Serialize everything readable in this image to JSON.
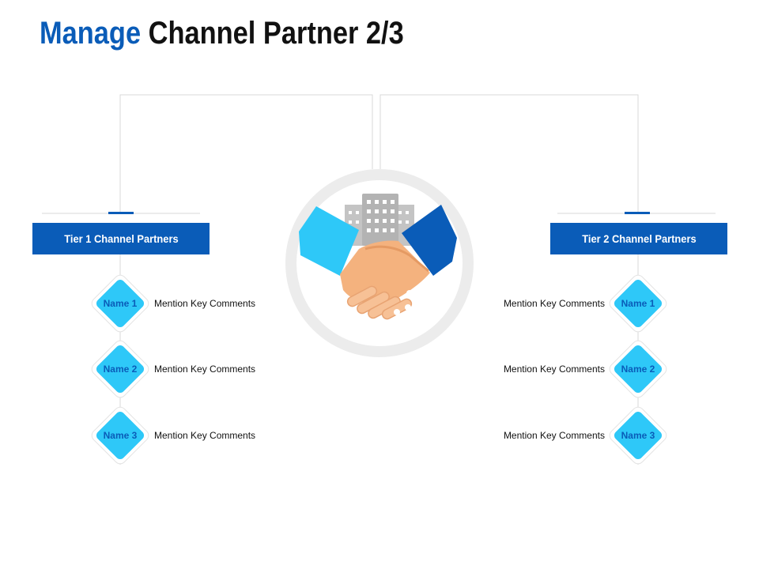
{
  "title": {
    "part1": "Manage",
    "part2": "Channel Partner 2/3"
  },
  "left_panel": {
    "heading": "Tier 1 Channel Partners",
    "items": [
      {
        "name": "Name 1",
        "comment": "Mention Key Comments"
      },
      {
        "name": "Name 2",
        "comment": "Mention Key Comments"
      },
      {
        "name": "Name 3",
        "comment": "Mention Key Comments"
      }
    ]
  },
  "right_panel": {
    "heading": "Tier 2 Channel Partners",
    "items": [
      {
        "name": "Name 1",
        "comment": "Mention Key Comments"
      },
      {
        "name": "Name 2",
        "comment": "Mention Key Comments"
      },
      {
        "name": "Name 3",
        "comment": "Mention Key Comments"
      }
    ]
  },
  "colors": {
    "accent_dark": "#0a5cb8",
    "accent_light": "#2ec8f8",
    "connector": "#d6d6d6"
  },
  "hub_icon": "handshake-building-icon"
}
